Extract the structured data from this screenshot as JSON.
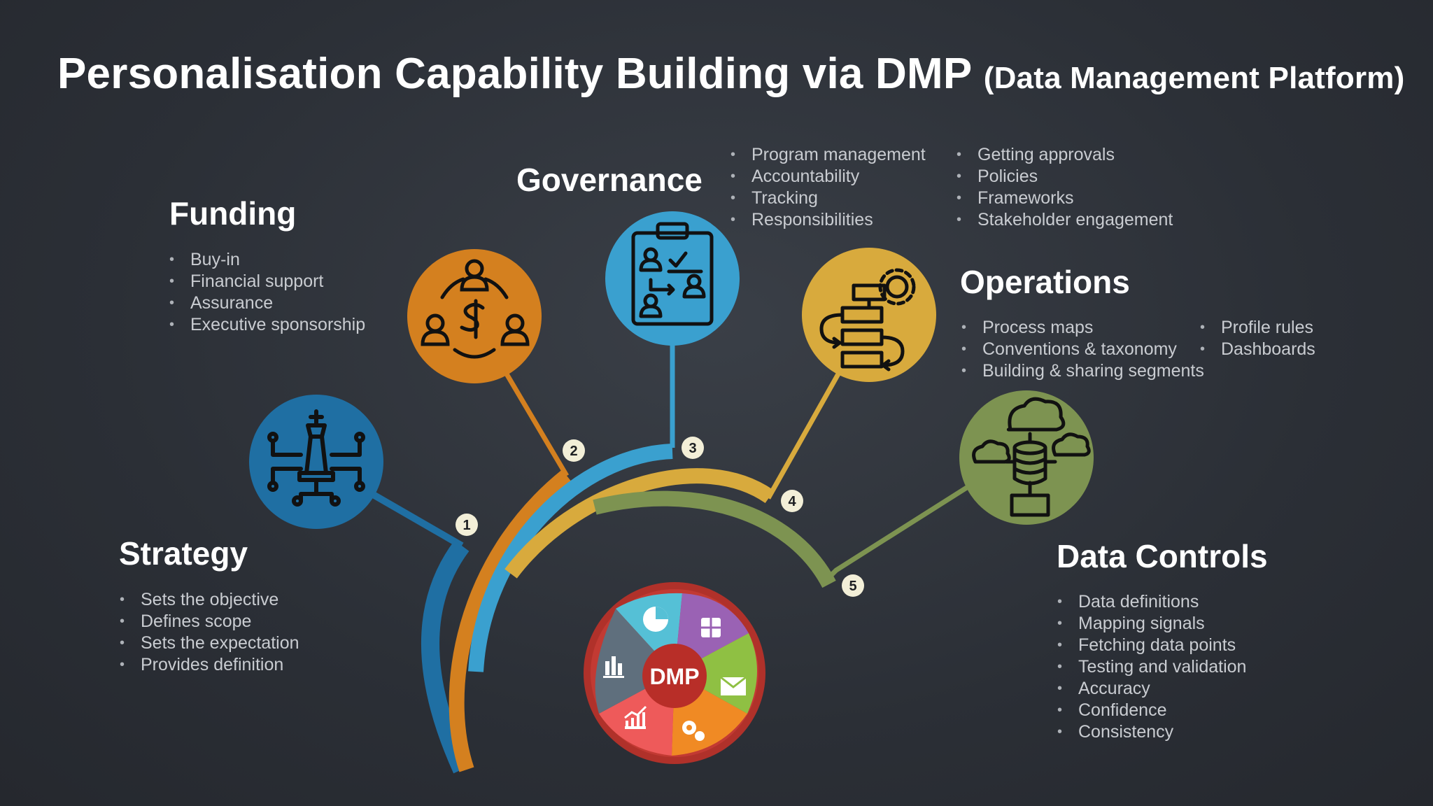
{
  "title": {
    "main": "Personalisation Capability Building via DMP",
    "sub": "(Data Management Platform)"
  },
  "hub": {
    "label": "DMP"
  },
  "colors": {
    "strategy": "#1f6fa3",
    "funding": "#d4801f",
    "governance": "#3aa0cf",
    "operations": "#d8aa3d",
    "data_controls": "#7d9351"
  },
  "sections": {
    "strategy": {
      "number": "1",
      "heading": "Strategy",
      "icon": "chess-king-strategy-icon",
      "bullets": [
        "Sets the objective",
        "Defines scope",
        "Sets the expectation",
        "Provides definition"
      ]
    },
    "funding": {
      "number": "2",
      "heading": "Funding",
      "icon": "people-dollar-funding-icon",
      "bullets": [
        "Buy-in",
        "Financial support",
        "Assurance",
        "Executive sponsorship"
      ]
    },
    "governance": {
      "number": "3",
      "heading": "Governance",
      "icon": "clipboard-people-governance-icon",
      "bullets_left": [
        "Program management",
        "Accountability",
        "Tracking",
        "Responsibilities"
      ],
      "bullets_right": [
        "Getting approvals",
        "Policies",
        "Frameworks",
        "Stakeholder engagement"
      ]
    },
    "operations": {
      "number": "4",
      "heading": "Operations",
      "icon": "process-gear-operations-icon",
      "bullets_left": [
        "Process maps",
        "Conventions & taxonomy",
        "Building & sharing segments"
      ],
      "bullets_right": [
        "Profile rules",
        "Dashboards"
      ]
    },
    "data_controls": {
      "number": "5",
      "heading": "Data Controls",
      "icon": "cloud-database-data-controls-icon",
      "bullets": [
        "Data definitions",
        "Mapping signals",
        "Fetching data points",
        "Testing and validation",
        "Accuracy",
        "Confidence",
        "Consistency"
      ]
    }
  }
}
